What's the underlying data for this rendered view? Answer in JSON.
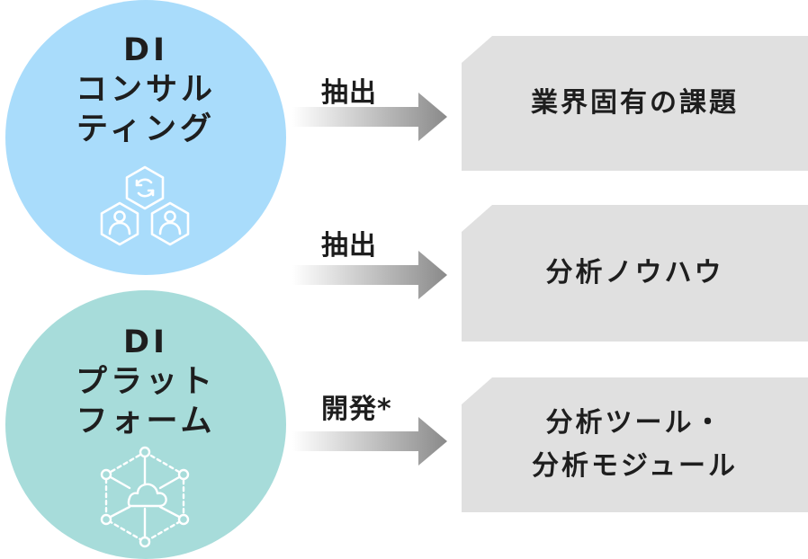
{
  "colors": {
    "consulting_circle": "#a9dcfb",
    "platform_circle": "#a7dcda",
    "box_fill": "#e0e0e0",
    "arrow_start": "#ffffff",
    "arrow_end": "#8a8a8a",
    "text": "#1e1e1e",
    "icon_stroke": "#ffffff"
  },
  "circles": [
    {
      "title_lines": [
        "DI",
        "コンサル",
        "ティング"
      ],
      "icon": "team-hexagon-icon"
    },
    {
      "title_lines": [
        "DI",
        "プラット",
        "フォーム"
      ],
      "icon": "cloud-network-icon"
    }
  ],
  "flows": [
    {
      "label": "抽出",
      "target_lines": [
        "業界固有の課題"
      ]
    },
    {
      "label": "抽出",
      "target_lines": [
        "分析ノウハウ"
      ]
    },
    {
      "label": "開発*",
      "target_lines": [
        "分析ツール・",
        "分析モジュール"
      ]
    }
  ]
}
